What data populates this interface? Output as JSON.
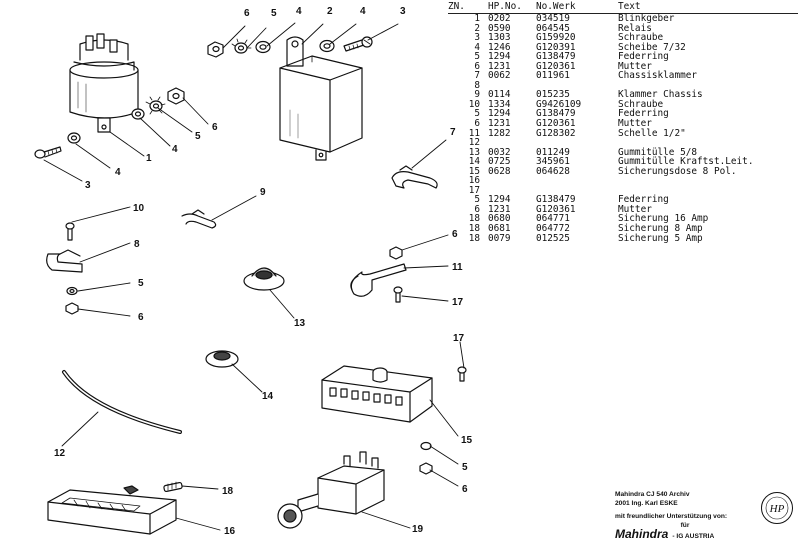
{
  "table": {
    "headers": [
      "ZN.",
      "HP.No.",
      "No.Werk",
      "Text"
    ],
    "rows": [
      [
        "1",
        "0202",
        "034519",
        "Blinkgeber"
      ],
      [
        "2",
        "0590",
        "064545",
        "Relais"
      ],
      [
        "3",
        "1303",
        "G159920",
        "Schraube"
      ],
      [
        "4",
        "1246",
        "G120391",
        "Scheibe 7/32"
      ],
      [
        "5",
        "1294",
        "G138479",
        "Federring"
      ],
      [
        "6",
        "1231",
        "G120361",
        "Mutter"
      ],
      [
        "7",
        "0062",
        "011961",
        "Chassisklammer"
      ],
      [
        "8",
        "",
        "",
        ""
      ],
      [
        "9",
        "0114",
        "015235",
        "Klammer Chassis"
      ],
      [
        "10",
        "1334",
        "G9426109",
        "Schraube"
      ],
      [
        "5",
        "1294",
        "G138479",
        "Federring"
      ],
      [
        "6",
        "1231",
        "G120361",
        "Mutter"
      ],
      [
        "11",
        "1282",
        "G128302",
        "Schelle 1/2\""
      ],
      [
        "12",
        "",
        "",
        ""
      ],
      [
        "13",
        "0032",
        "011249",
        "Gummitülle 5/8"
      ],
      [
        "14",
        "0725",
        "345961",
        "Gummitülle Kraftst.Leit."
      ],
      [
        "15",
        "0628",
        "064628",
        "Sicherungsdose 8 Pol."
      ],
      [
        "16",
        "",
        "",
        ""
      ],
      [
        "17",
        "",
        "",
        ""
      ],
      [
        "5",
        "1294",
        "G138479",
        "Federring"
      ],
      [
        "6",
        "1231",
        "G120361",
        "Mutter"
      ],
      [
        "18",
        "0680",
        "064771",
        "Sicherung 16 Amp"
      ],
      [
        "18",
        "0681",
        "064772",
        "Sicherung 8 Amp"
      ],
      [
        "18",
        "0079",
        "012525",
        "Sicherung 5 Amp"
      ]
    ]
  },
  "callouts": [
    "6",
    "5",
    "4",
    "2",
    "4",
    "3",
    "6",
    "5",
    "4",
    "1",
    "3",
    "4",
    "7",
    "9",
    "10",
    "8",
    "5",
    "6",
    "13",
    "6",
    "11",
    "17",
    "14",
    "17",
    "12",
    "15",
    "5",
    "6",
    "18",
    "16",
    "19"
  ],
  "credits": {
    "line1": "Mahindra CJ 540 Archiv",
    "line2": "2001 Ing. Karl ESKE",
    "line3": "mit freundlicher Unterstützung von:",
    "line4": "für",
    "brand": "Mahindra",
    "line5": "- IG AUSTRIA",
    "seal": "HP",
    "seal_ring": "IG AUSTRIA"
  }
}
